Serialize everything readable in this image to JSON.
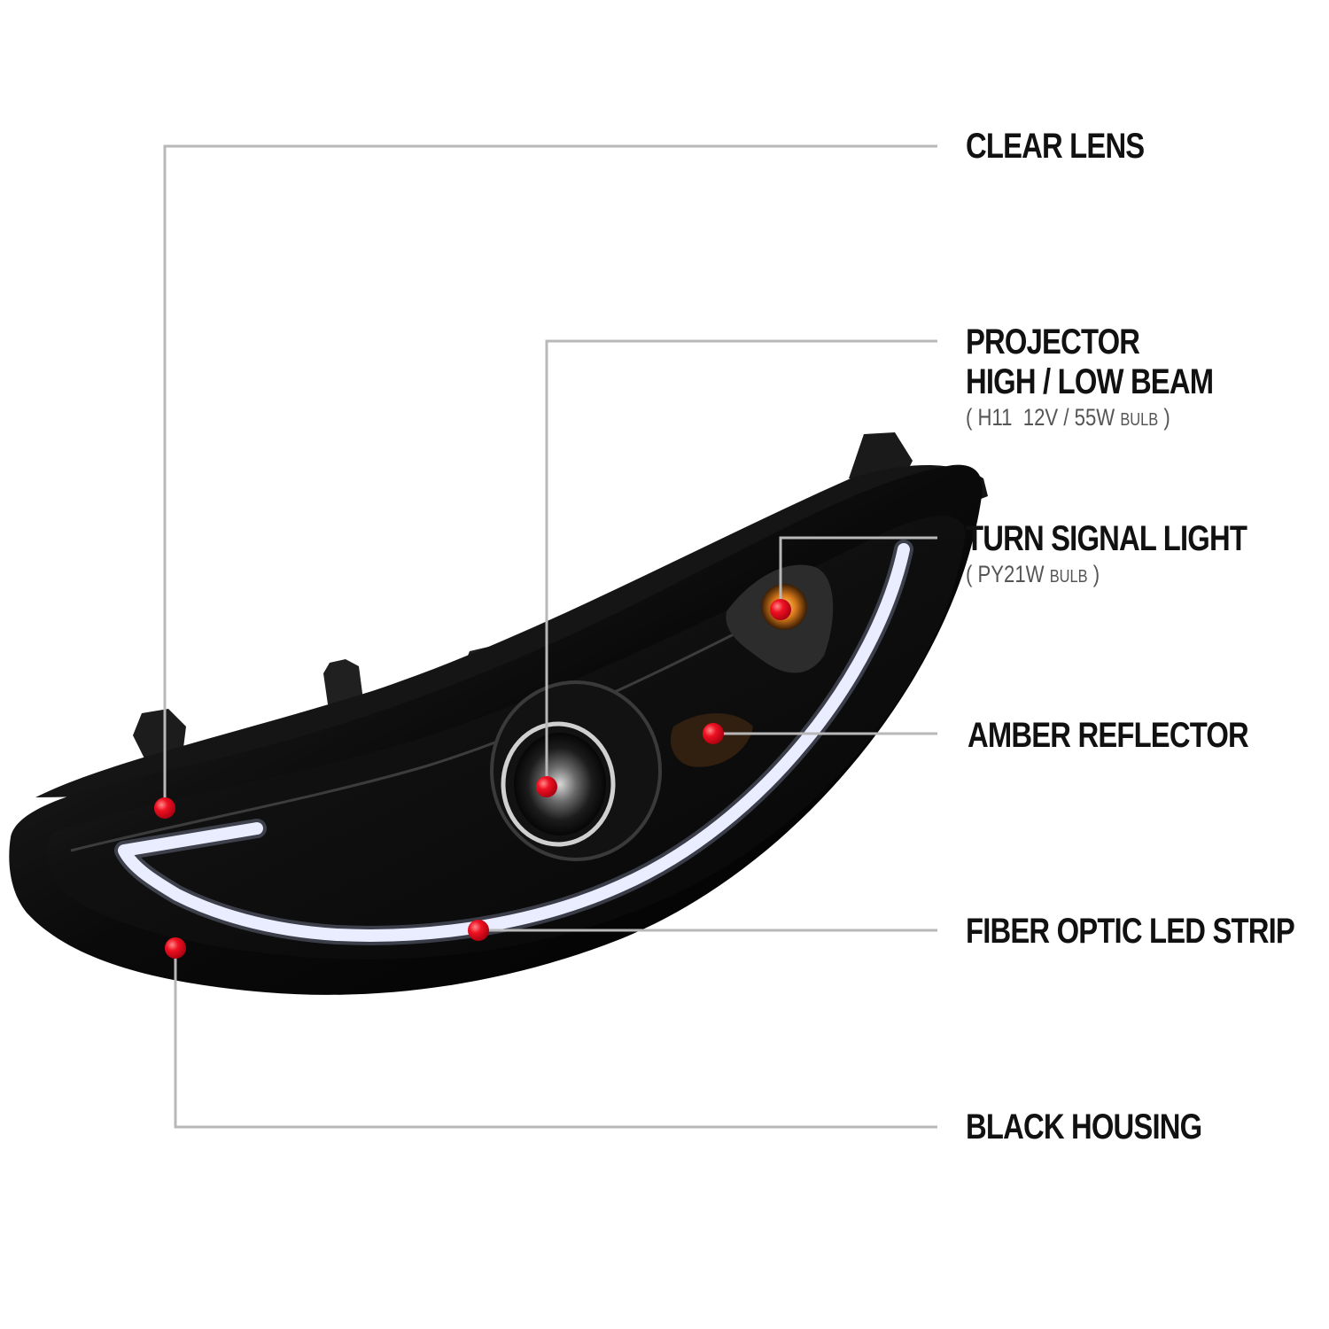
{
  "callouts": {
    "clear_lens": {
      "title": "CLEAR LENS"
    },
    "projector": {
      "title_1": "PROJECTOR",
      "title_2": "HIGH / LOW BEAM",
      "spec_open": "( H11  12V / 55W ",
      "spec_unit": "BULB",
      "spec_close": " )"
    },
    "turn_signal": {
      "title": "TURN SIGNAL LIGHT",
      "spec_open": "( PY21W ",
      "spec_unit": "BULB",
      "spec_close": " )"
    },
    "amber_reflector": {
      "title": "AMBER REFLECTOR"
    },
    "fiber_optic": {
      "title": "FIBER OPTIC LED STRIP"
    },
    "black_housing": {
      "title": "BLACK HOUSING"
    }
  },
  "colors": {
    "background": "#ffffff",
    "leader_line": "#b8b8b8",
    "marker": "#e0001b",
    "housing": "#0d0d0d",
    "led_strip": "#f4f6ff",
    "amber": "#d97a1a"
  }
}
